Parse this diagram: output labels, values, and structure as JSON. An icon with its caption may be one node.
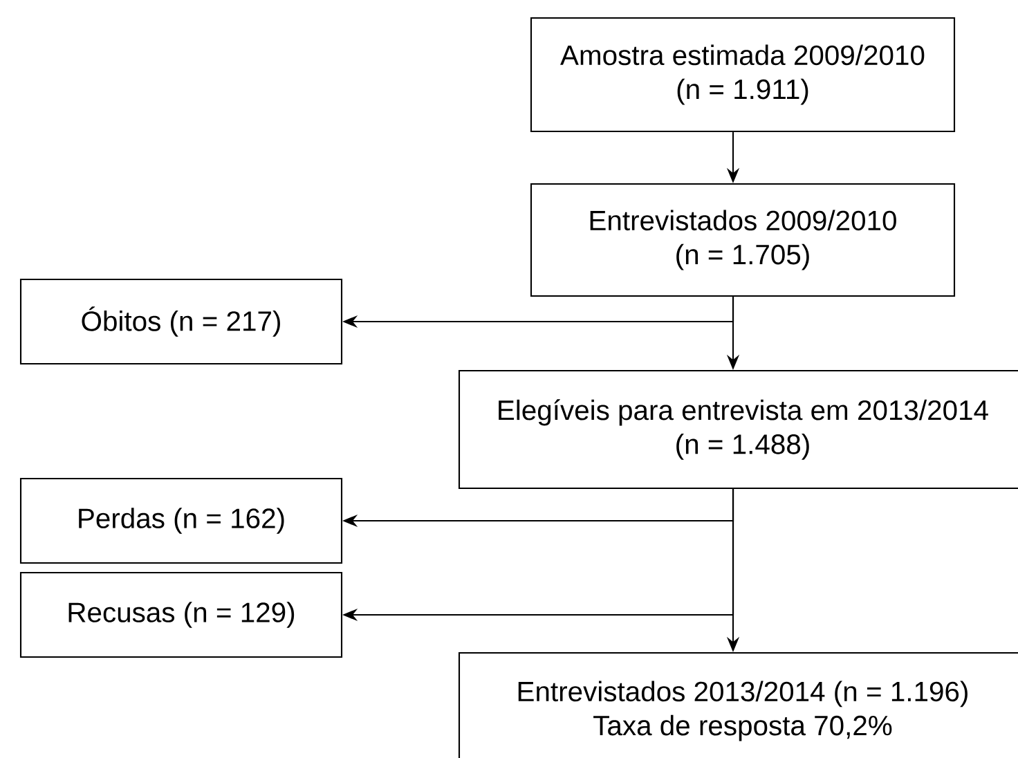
{
  "diagram": {
    "nodes": [
      {
        "text": [
          "Amostra estimada 2009/2010",
          "(n = 1.911)"
        ]
      },
      {
        "text": [
          "Entrevistados 2009/2010",
          "(n = 1.705)"
        ]
      },
      {
        "text": [
          "Óbitos (n = 217)"
        ]
      },
      {
        "text": [
          "Elegíveis para entrevista em 2013/2014",
          "(n = 1.488)"
        ]
      },
      {
        "text": [
          "Perdas (n = 162)"
        ]
      },
      {
        "text": [
          "Recusas (n = 129)"
        ]
      },
      {
        "text": [
          "Entrevistados 2013/2014 (n = 1.196)",
          "Taxa de resposta 70,2%"
        ]
      }
    ],
    "edges": [
      {
        "from": 0,
        "to": 1,
        "arrow": "to"
      },
      {
        "from": 1,
        "to": 2,
        "arrow": "to"
      },
      {
        "from": 1,
        "to": 3,
        "arrow": "to"
      },
      {
        "from": 3,
        "to": 4,
        "arrow": "to"
      },
      {
        "from": 3,
        "to": 5,
        "arrow": "to"
      },
      {
        "from": 3,
        "to": 6,
        "arrow": "to"
      }
    ]
  }
}
